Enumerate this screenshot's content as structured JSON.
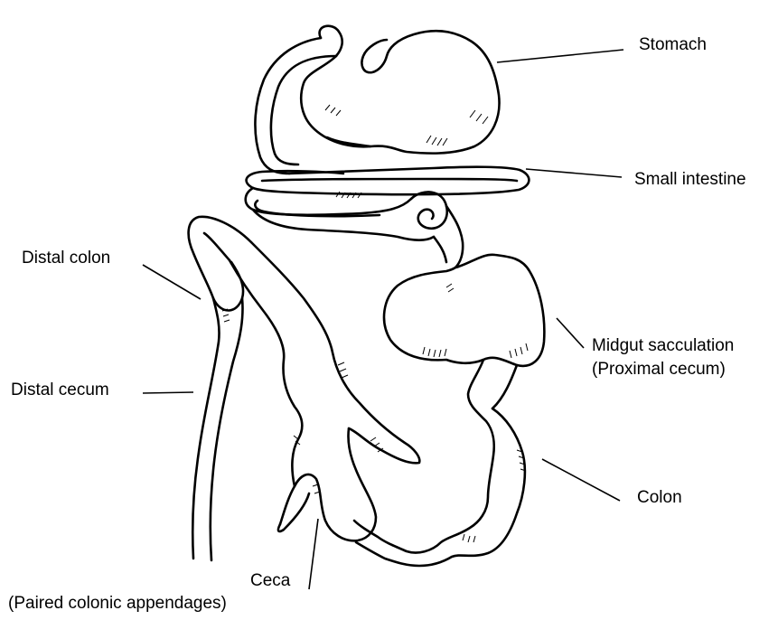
{
  "labels": {
    "stomach": "Stomach",
    "small_intestine": "Small intestine",
    "distal_colon": "Distal colon",
    "midgut_sacculation": "Midgut sacculation",
    "proximal_cecum": "(Proximal cecum)",
    "distal_cecum": "Distal cecum",
    "colon": "Colon",
    "ceca": "Ceca",
    "paired_colonic_appendages": "(Paired colonic appendages)"
  }
}
